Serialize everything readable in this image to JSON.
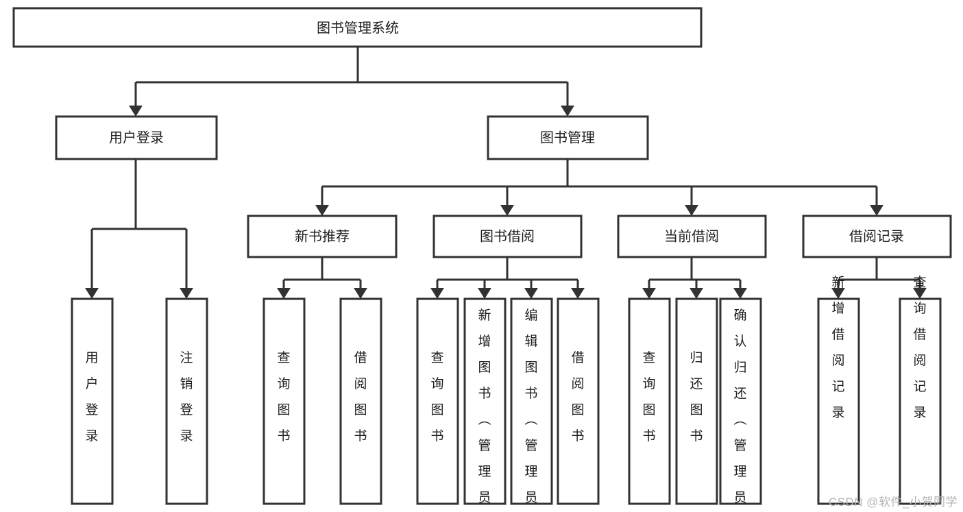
{
  "diagram": {
    "title": "图书管理系统",
    "type": "tree-hierarchy-chart",
    "orientation": "top-down",
    "colors": {
      "box_stroke": "#323232",
      "box_fill": "#ffffff",
      "edge": "#323232",
      "text": "#1d1d1d",
      "watermark": "#b4b4b4",
      "background": "#ffffff"
    }
  },
  "watermark": {
    "text": "CSDN @软件_小贺同学"
  },
  "nodes": {
    "root": {
      "label": "图书管理系统"
    },
    "level2": [
      {
        "id": "user-login",
        "label": "用户登录"
      },
      {
        "id": "book-management",
        "label": "图书管理"
      }
    ],
    "level3": [
      {
        "id": "new-book-recommend",
        "label": "新书推荐"
      },
      {
        "id": "book-borrow",
        "label": "图书借阅"
      },
      {
        "id": "current-borrow",
        "label": "当前借阅"
      },
      {
        "id": "borrow-record",
        "label": "借阅记录"
      }
    ],
    "leaves": {
      "user-login": [
        {
          "id": "leaf-user-login",
          "label": "用户登录"
        },
        {
          "id": "leaf-user-logout",
          "label": "注销登录"
        }
      ],
      "new-book-recommend": [
        {
          "id": "leaf-query-book-1",
          "label": "查询图书"
        },
        {
          "id": "leaf-borrow-book-1",
          "label": "借阅图书"
        }
      ],
      "book-borrow": [
        {
          "id": "leaf-query-book-2",
          "label": "查询图书"
        },
        {
          "id": "leaf-add-book",
          "label": "新增图书（管理员）"
        },
        {
          "id": "leaf-edit-book",
          "label": "编辑图书（管理员）"
        },
        {
          "id": "leaf-borrow-book-2",
          "label": "借阅图书"
        }
      ],
      "current-borrow": [
        {
          "id": "leaf-query-book-3",
          "label": "查询图书"
        },
        {
          "id": "leaf-return-book",
          "label": "归还图书"
        },
        {
          "id": "leaf-confirm-return",
          "label": "确认归还（管理员）"
        }
      ],
      "borrow-record": [
        {
          "id": "leaf-add-record",
          "label": "新增借阅记录"
        },
        {
          "id": "leaf-query-record",
          "label": "查询借阅记录"
        }
      ]
    }
  }
}
